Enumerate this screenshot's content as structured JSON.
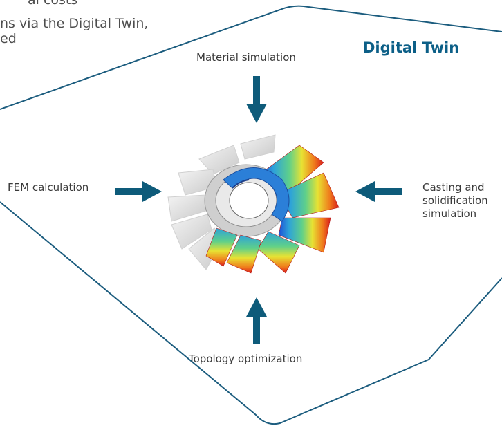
{
  "background_text": {
    "line1": "al costs",
    "line2": "ns via the Digital Twin,",
    "line3": "ed"
  },
  "title": "Digital Twin",
  "inputs": {
    "top": "Material simulation",
    "left": "FEM calculation",
    "right_line1": "Casting and",
    "right_line2": "solidification",
    "right_line3": "simulation",
    "bottom": "Topology optimization"
  },
  "colors": {
    "accent": "#0c5f87",
    "frame": "#1b5c7e",
    "arrow": "#0e5b7a"
  },
  "icons": {
    "arrow": "arrow-icon",
    "component": "impeller-simulation-image"
  }
}
